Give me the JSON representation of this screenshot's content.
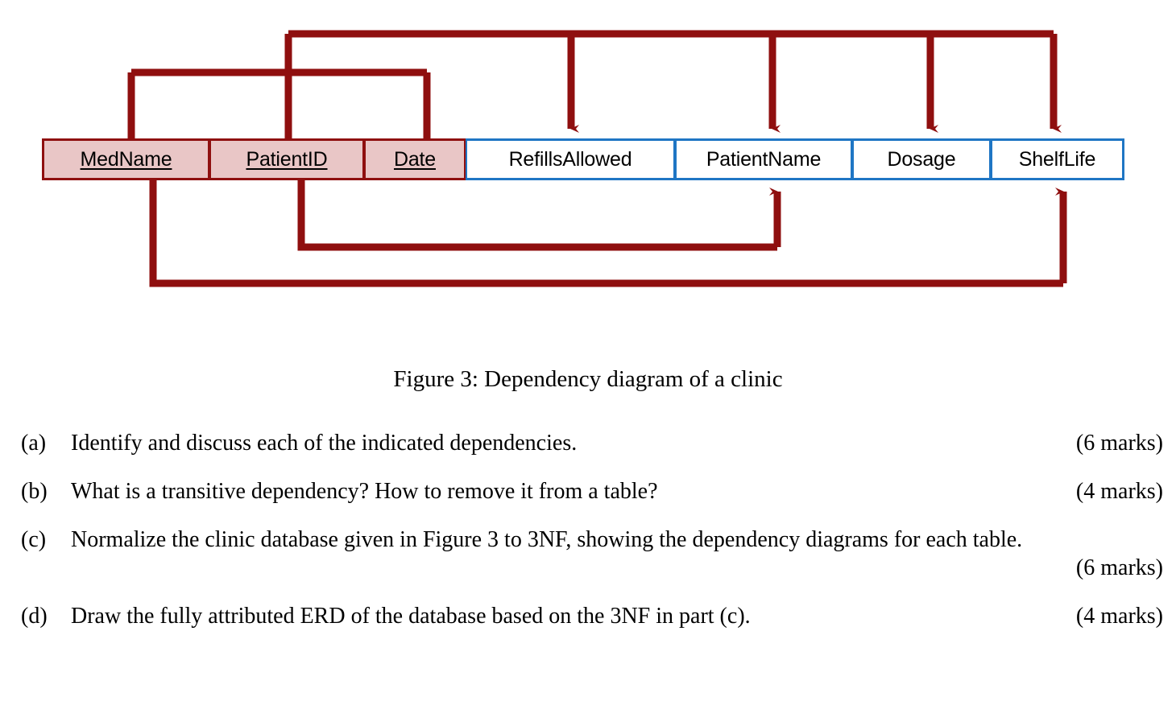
{
  "figure": {
    "caption": "Figure 3: Dependency diagram of a clinic",
    "attributes": [
      {
        "label": "MedName",
        "type": "key",
        "underlined": true
      },
      {
        "label": "PatientID",
        "type": "key",
        "underlined": true
      },
      {
        "label": "Date",
        "type": "key",
        "underlined": true
      },
      {
        "label": "RefillsAllowed",
        "type": "nonkey",
        "underlined": false
      },
      {
        "label": "PatientName",
        "type": "nonkey",
        "underlined": false
      },
      {
        "label": "Dosage",
        "type": "nonkey",
        "underlined": false
      },
      {
        "label": "ShelfLife",
        "type": "nonkey",
        "underlined": false
      }
    ],
    "colors": {
      "key_fill": "#e9c6c6",
      "key_border": "#8f0f0f",
      "nonkey_border": "#1f76c4",
      "arrow": "#8f0f0f",
      "text": "#000000",
      "background": "#ffffff"
    },
    "dependencies": [
      {
        "name": "full-key-dependency",
        "determinant": [
          "MedName",
          "PatientID",
          "Date"
        ],
        "dependents": [
          "RefillsAllowed",
          "PatientName",
          "Dosage",
          "ShelfLife"
        ],
        "position": "above"
      },
      {
        "name": "partial-dependency-patientid",
        "determinant": [
          "PatientID"
        ],
        "dependents": [
          "PatientName"
        ],
        "position": "below"
      },
      {
        "name": "partial-dependency-medname",
        "determinant": [
          "MedName"
        ],
        "dependents": [
          "ShelfLife"
        ],
        "position": "below"
      }
    ]
  },
  "questions": [
    {
      "marker": "(a)",
      "text": "Identify and discuss each of the indicated dependencies.",
      "marks": "(6 marks)",
      "wrapped": false
    },
    {
      "marker": "(b)",
      "text": "What is a transitive dependency?  How to remove it from a table?",
      "marks": "(4 marks)",
      "wrapped": false
    },
    {
      "marker": "(c)",
      "text": "Normalize the clinic database given in Figure 3 to 3NF, showing the dependency diagrams for each table.",
      "marks": "(6 marks)",
      "wrapped": true
    },
    {
      "marker": "(d)",
      "text": "Draw the fully attributed ERD of the database based on the 3NF in part (c).",
      "marks": "(4 marks)",
      "wrapped": false
    }
  ]
}
